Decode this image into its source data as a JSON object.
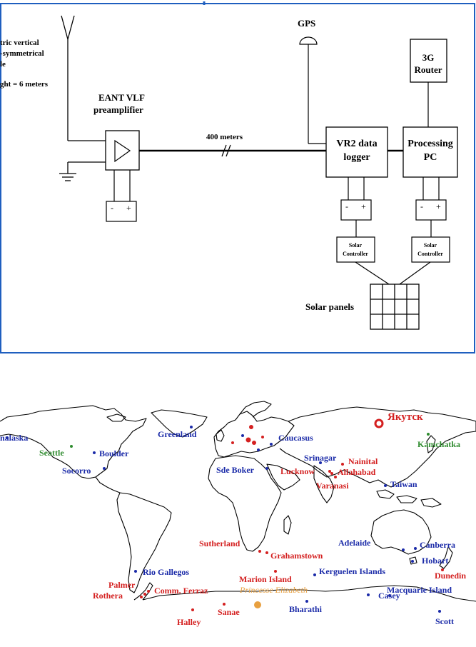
{
  "block_diagram": {
    "antenna_caption": [
      "tric vertical",
      "-symmetrical",
      "le",
      "ght = 6 meters"
    ],
    "preamp_title_1": "EANT VLF",
    "preamp_title_2": "preamplifier",
    "cable_length": "400 meters",
    "gps_label": "GPS",
    "router_label_1": "3G",
    "router_label_2": "Router",
    "logger_label_1": "VR2 data",
    "logger_label_2": "logger",
    "pc_label_1": "Processing",
    "pc_label_2": "PC",
    "controller_label_1": "Solar",
    "controller_label_2": "Controller",
    "solar_panels_label": "Solar panels",
    "battery_plus": "+",
    "battery_minus": "-",
    "frame_color": "#1f5fbf"
  },
  "map": {
    "colors": {
      "blue": "#1a2aa8",
      "red": "#d42020",
      "green": "#2e8b2e",
      "orange": "#e8a040"
    },
    "sites": [
      {
        "name": "nalaska",
        "color": "blue"
      },
      {
        "name": "Seattle",
        "color": "green"
      },
      {
        "name": "Boulder",
        "color": "blue"
      },
      {
        "name": "Socorro",
        "color": "blue"
      },
      {
        "name": "Greenland",
        "color": "blue"
      },
      {
        "name": "Caucasus",
        "color": "blue"
      },
      {
        "name": "Якутск",
        "color": "red"
      },
      {
        "name": "Kamchatka",
        "color": "green"
      },
      {
        "name": "Srinagar",
        "color": "blue"
      },
      {
        "name": "Nainital",
        "color": "red"
      },
      {
        "name": "Sde Boker",
        "color": "blue"
      },
      {
        "name": "Lucknow",
        "color": "red"
      },
      {
        "name": "Allahabad",
        "color": "red"
      },
      {
        "name": "Varanasi",
        "color": "red"
      },
      {
        "name": "Taiwan",
        "color": "blue"
      },
      {
        "name": "Sutherland",
        "color": "red"
      },
      {
        "name": "Grahamstown",
        "color": "red"
      },
      {
        "name": "Adelaide",
        "color": "blue"
      },
      {
        "name": "Canberra",
        "color": "blue"
      },
      {
        "name": "Hobart",
        "color": "blue"
      },
      {
        "name": "Dunedin",
        "color": "red"
      },
      {
        "name": "Rio Gallegos",
        "color": "blue"
      },
      {
        "name": "Marion Island",
        "color": "red"
      },
      {
        "name": "Kerguelen Islands",
        "color": "blue"
      },
      {
        "name": "Palmer",
        "color": "red"
      },
      {
        "name": "Comm. Ferraz",
        "color": "red"
      },
      {
        "name": "Rothera",
        "color": "red"
      },
      {
        "name": "Princesse Elizabeth",
        "color": "orange"
      },
      {
        "name": "Casey",
        "color": "blue"
      },
      {
        "name": "Macquarie Island",
        "color": "blue"
      },
      {
        "name": "Bharathi",
        "color": "blue"
      },
      {
        "name": "Sanae",
        "color": "red"
      },
      {
        "name": "Halley",
        "color": "red"
      },
      {
        "name": "Scott",
        "color": "blue"
      }
    ]
  }
}
